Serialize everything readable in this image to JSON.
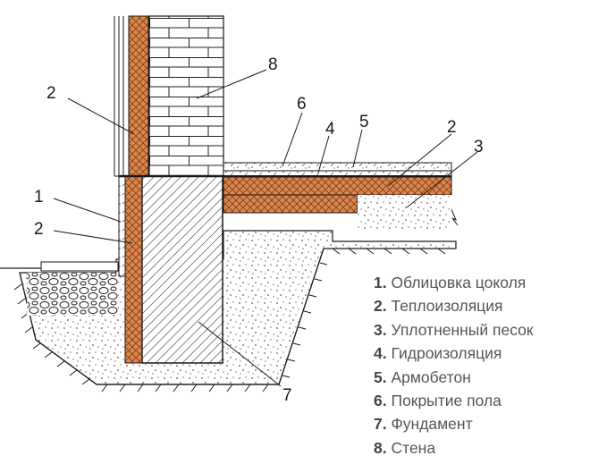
{
  "callouts": {
    "c1": "1",
    "c2_upper": "2",
    "c2_lower": "2",
    "c2_floor": "2",
    "c3": "3",
    "c4": "4",
    "c5": "5",
    "c6": "6",
    "c7": "7",
    "c8": "8"
  },
  "legend": [
    {
      "num": "1.",
      "label": "Облицовка цоколя"
    },
    {
      "num": "2.",
      "label": "Теплоизоляция"
    },
    {
      "num": "3.",
      "label": "Уплотненный песок"
    },
    {
      "num": "4.",
      "label": "Гидроизоляция"
    },
    {
      "num": "5.",
      "label": "Армобетон"
    },
    {
      "num": "6.",
      "label": "Покрытие пола"
    },
    {
      "num": "7.",
      "label": "Фундамент"
    },
    {
      "num": "8.",
      "label": "Стена"
    }
  ],
  "colors": {
    "insulation": "#d9884f",
    "insulation_lines": "#8a3d14",
    "line": "#1a1a1a",
    "legend_text": "#555555"
  }
}
